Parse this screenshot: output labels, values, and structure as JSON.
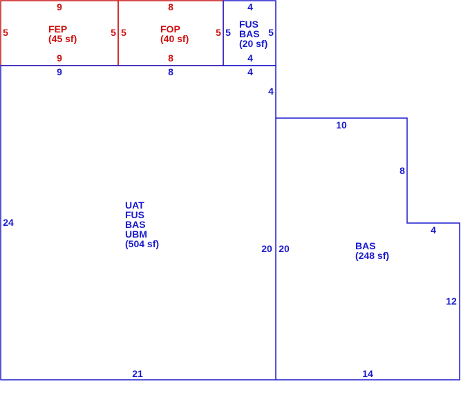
{
  "colors": {
    "blue": "#1a1acd",
    "red": "#cc1111",
    "background": "#ffffff"
  },
  "areas": [
    {
      "id": "fep",
      "color": "red",
      "lines": [
        "FEP",
        "(45 sf)"
      ]
    },
    {
      "id": "fop",
      "color": "red",
      "lines": [
        "FOP",
        "(40 sf)"
      ]
    },
    {
      "id": "fus-bas-small",
      "color": "blue",
      "lines": [
        "FUS",
        "BAS",
        "(20 sf)"
      ]
    },
    {
      "id": "main",
      "color": "blue",
      "lines": [
        "UAT",
        "FUS",
        "BAS",
        "UBM",
        "(504 sf)"
      ]
    },
    {
      "id": "bas",
      "color": "blue",
      "lines": [
        "BAS",
        "(248 sf)"
      ]
    }
  ],
  "dimensions": {
    "fep_top": "9",
    "fep_bottom": "9",
    "fep_left": "5",
    "fep_right": "5",
    "fop_top": "8",
    "fop_bottom": "8",
    "fop_left": "5",
    "fop_right": "5",
    "fus_top": "4",
    "fus_bottom": "4",
    "fus_left": "5",
    "fus_right": "5",
    "main_top_a": "9",
    "main_top_b": "8",
    "main_top_c": "4",
    "main_right_upper": "4",
    "main_left": "24",
    "main_right": "20",
    "main_bottom": "21",
    "bas_left": "20",
    "bas_top": "10",
    "bas_step_vertical": "8",
    "bas_step_horizontal": "4",
    "bas_right": "12",
    "bas_bottom": "14"
  }
}
